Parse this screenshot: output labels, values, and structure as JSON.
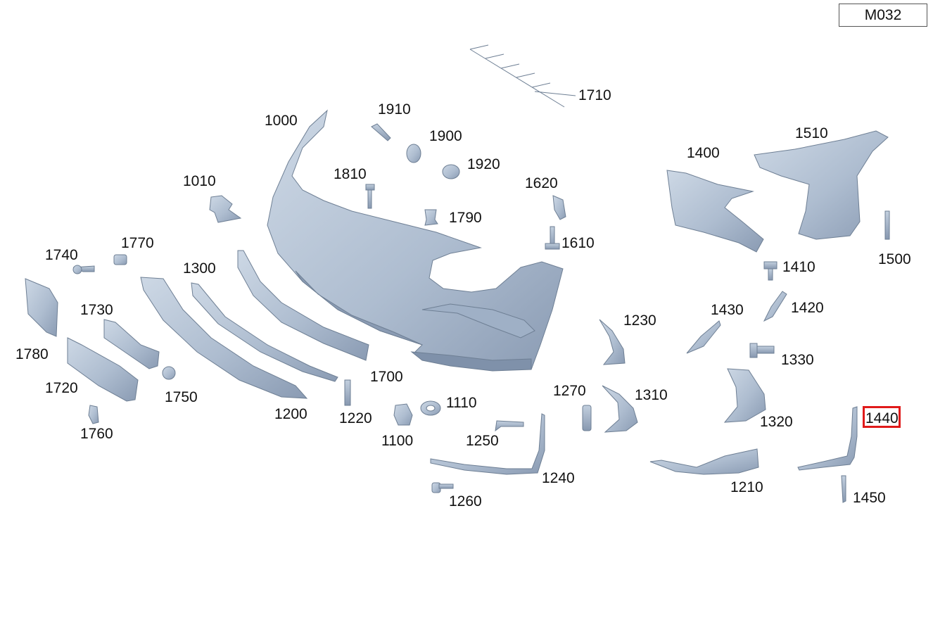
{
  "diagram_code": "M032",
  "highlighted_part": "1440",
  "colors": {
    "part_fill": "#aebdd0",
    "part_shade": "#8a9bb3",
    "part_light": "#cdd8e5",
    "highlight": "#e01a1a"
  },
  "parts": [
    {
      "id": "p1000",
      "label": "1000"
    },
    {
      "id": "p1010",
      "label": "1010"
    },
    {
      "id": "p1100",
      "label": "1100"
    },
    {
      "id": "p1110",
      "label": "1110"
    },
    {
      "id": "p1200",
      "label": "1200"
    },
    {
      "id": "p1210",
      "label": "1210"
    },
    {
      "id": "p1220",
      "label": "1220"
    },
    {
      "id": "p1230",
      "label": "1230"
    },
    {
      "id": "p1240",
      "label": "1240"
    },
    {
      "id": "p1250",
      "label": "1250"
    },
    {
      "id": "p1260",
      "label": "1260"
    },
    {
      "id": "p1270",
      "label": "1270"
    },
    {
      "id": "p1300",
      "label": "1300"
    },
    {
      "id": "p1310",
      "label": "1310"
    },
    {
      "id": "p1320",
      "label": "1320"
    },
    {
      "id": "p1330",
      "label": "1330"
    },
    {
      "id": "p1400",
      "label": "1400"
    },
    {
      "id": "p1410",
      "label": "1410"
    },
    {
      "id": "p1420",
      "label": "1420"
    },
    {
      "id": "p1430",
      "label": "1430"
    },
    {
      "id": "p1440",
      "label": "1440"
    },
    {
      "id": "p1450",
      "label": "1450"
    },
    {
      "id": "p1500",
      "label": "1500"
    },
    {
      "id": "p1510",
      "label": "1510"
    },
    {
      "id": "p1610",
      "label": "1610"
    },
    {
      "id": "p1620",
      "label": "1620"
    },
    {
      "id": "p1700",
      "label": "1700"
    },
    {
      "id": "p1710",
      "label": "1710"
    },
    {
      "id": "p1720",
      "label": "1720"
    },
    {
      "id": "p1730",
      "label": "1730"
    },
    {
      "id": "p1740",
      "label": "1740"
    },
    {
      "id": "p1750",
      "label": "1750"
    },
    {
      "id": "p1760",
      "label": "1760"
    },
    {
      "id": "p1770",
      "label": "1770"
    },
    {
      "id": "p1780",
      "label": "1780"
    },
    {
      "id": "p1790",
      "label": "1790"
    },
    {
      "id": "p1810",
      "label": "1810"
    },
    {
      "id": "p1900",
      "label": "1900"
    },
    {
      "id": "p1910",
      "label": "1910"
    },
    {
      "id": "p1920",
      "label": "1920"
    }
  ]
}
